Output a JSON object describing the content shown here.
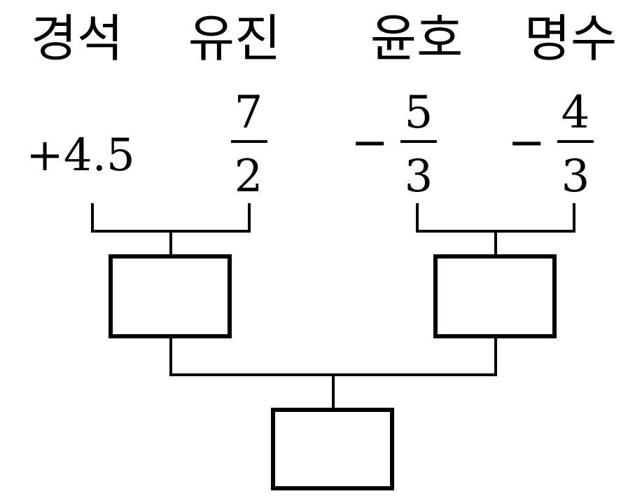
{
  "players": [
    {
      "name": "경석",
      "value": {
        "type": "plain",
        "text": "+4.5"
      }
    },
    {
      "name": "유진",
      "value": {
        "type": "fraction",
        "sign": "",
        "numerator": "7",
        "denominator": "2"
      }
    },
    {
      "name": "윤호",
      "value": {
        "type": "fraction",
        "sign": "−",
        "numerator": "5",
        "denominator": "3"
      }
    },
    {
      "name": "명수",
      "value": {
        "type": "fraction",
        "sign": "−",
        "numerator": "4",
        "denominator": "3"
      }
    }
  ]
}
